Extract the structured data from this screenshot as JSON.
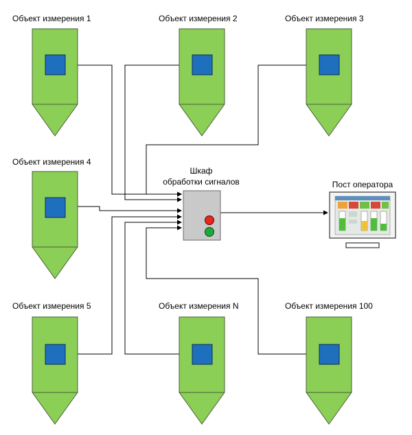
{
  "objects": [
    {
      "label": "Объект измерения 1"
    },
    {
      "label": "Объект измерения 2"
    },
    {
      "label": "Объект измерения 3"
    },
    {
      "label": "Объект измерения 4"
    },
    {
      "label": "Объект измерения 5"
    },
    {
      "label": "Объект измерения N"
    },
    {
      "label": "Объект измерения 100"
    }
  ],
  "cabinet": {
    "title_line1": "Шкаф",
    "title_line2": "обработки сигналов",
    "lamp_colors": [
      "#e8261c",
      "#1fa83a"
    ]
  },
  "operator": {
    "label": "Пост оператора"
  },
  "colors": {
    "silo_fill": "#8ccf57",
    "sensor_fill": "#1f6fbf",
    "cabinet_fill": "#c9c9c9"
  }
}
